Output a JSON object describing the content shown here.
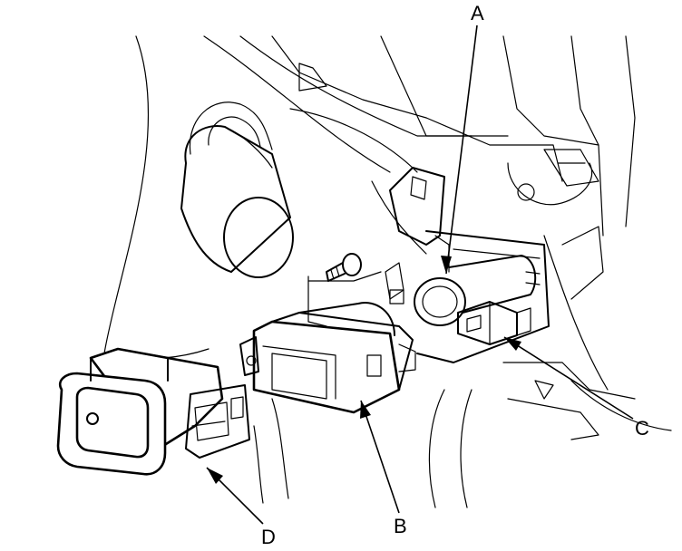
{
  "callouts": {
    "a": "A",
    "b": "B",
    "c": "C",
    "d": "D"
  },
  "colors": {
    "line": "#000000",
    "background": "#ffffff"
  }
}
